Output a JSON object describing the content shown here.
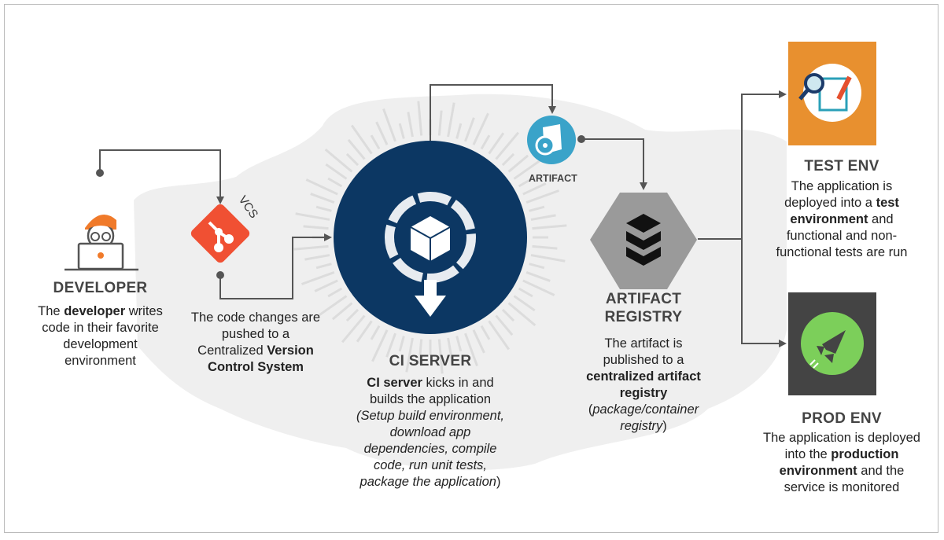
{
  "colors": {
    "vcs": "#f05033",
    "ci": "#0c3763",
    "artifact": "#3aa3c9",
    "registry": "#9a9a9a",
    "test": "#e8902f",
    "prod": "#444444",
    "prod_circle": "#7ccf5a",
    "line": "#555555"
  },
  "developer": {
    "title": "DEVELOPER",
    "pre": "The ",
    "bold": "developer",
    "post": " writes code in their favorite development environment"
  },
  "vcs": {
    "tag": "VCS",
    "pre": "The code changes are pushed to a Centralized ",
    "bold": "Version Control System"
  },
  "ci": {
    "title": "CI SERVER",
    "bold": "CI server",
    "post": " kicks in and builds the application",
    "italic": "(Setup build environment, download app dependencies, compile code, run unit tests, package the application",
    "close": ")"
  },
  "artifact": {
    "label": "ARTIFACT"
  },
  "registry": {
    "title_line1": "ARTIFACT",
    "title_line2": "REGISTRY",
    "pre": "The artifact is published to a ",
    "bold": "centralized artifact registry",
    "open": "(",
    "italic": "package/container registry",
    "close": ")"
  },
  "test": {
    "title": "TEST ENV",
    "pre": "The application is deployed into a ",
    "bold": "test environment",
    "post": " and functional and non-functional tests are run"
  },
  "prod": {
    "title": "PROD ENV",
    "pre": "The application is deployed into the ",
    "bold": "production environment",
    "post": " and the service is monitored"
  }
}
